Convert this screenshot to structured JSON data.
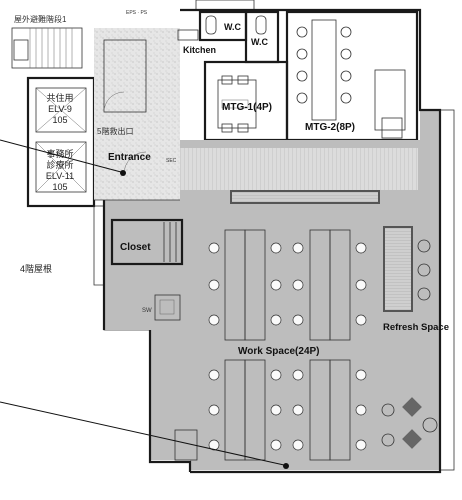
{
  "labels": {
    "stair_top": "屋外避難階段1",
    "wc_left": "W.C",
    "wc_right": "W.C",
    "kitchen": "Kitchen",
    "mtg1": "MTG-1(4P)",
    "mtg2": "MTG-2(8P)",
    "elv9_title": "共住用",
    "elv9_name": "ELV-9",
    "elv9_num": "105",
    "elv11_title1": "事務所",
    "elv11_title2": "診療所",
    "elv11_name": "ELV-11",
    "elv11_num": "105",
    "rescue_exit": "5階救出口",
    "entrance": "Entrance",
    "closet": "Closet",
    "roof": "4階屋根",
    "work_space": "Work Space(24P)",
    "refresh_space": "Refresh Space",
    "sw": "SW",
    "eps": "EPS · PS",
    "sec": "SEC"
  },
  "colors": {
    "floor": "#bdbdbd",
    "floor_light": "#d6d6d6",
    "wall": "#1a1a1a",
    "furniture": "#f2f2f2",
    "entrance_floor": "#e4e4e4"
  }
}
